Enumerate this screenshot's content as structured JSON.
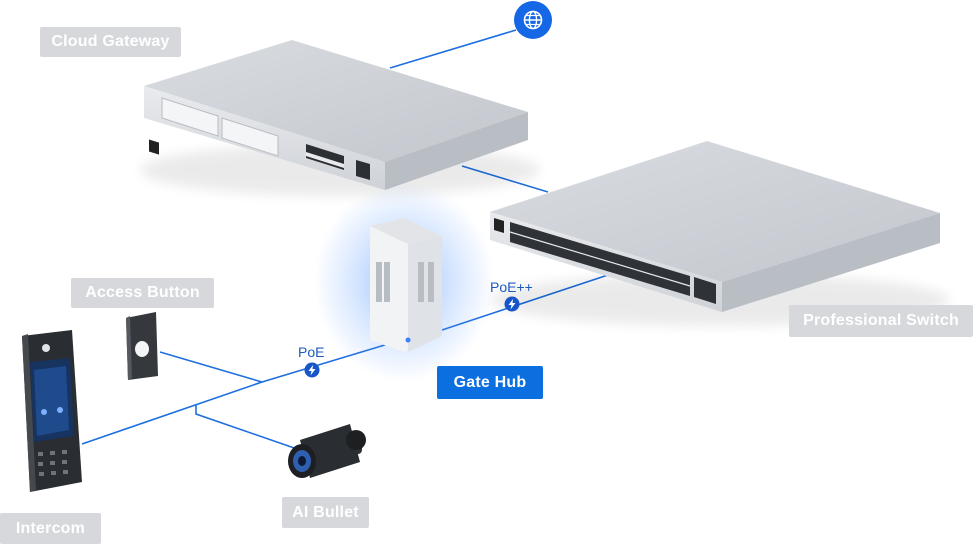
{
  "labels": {
    "cloud_gateway": "Cloud Gateway",
    "professional_switch": "Professional Switch",
    "gate_hub": "Gate Hub",
    "access_button": "Access Button",
    "intercom": "Intercom",
    "ai_bullet": "AI Bullet"
  },
  "links": {
    "poe": "PoE",
    "poe_plus": "PoE++"
  },
  "colors": {
    "link": "#1e6fe0",
    "label_bg": "#d6d8dc",
    "label_primary_bg": "#0b6fe0",
    "device_body": "#c9ccd2",
    "glow": "#3b82ff"
  },
  "icons": {
    "internet": "globe-icon",
    "power": "bolt-icon"
  }
}
